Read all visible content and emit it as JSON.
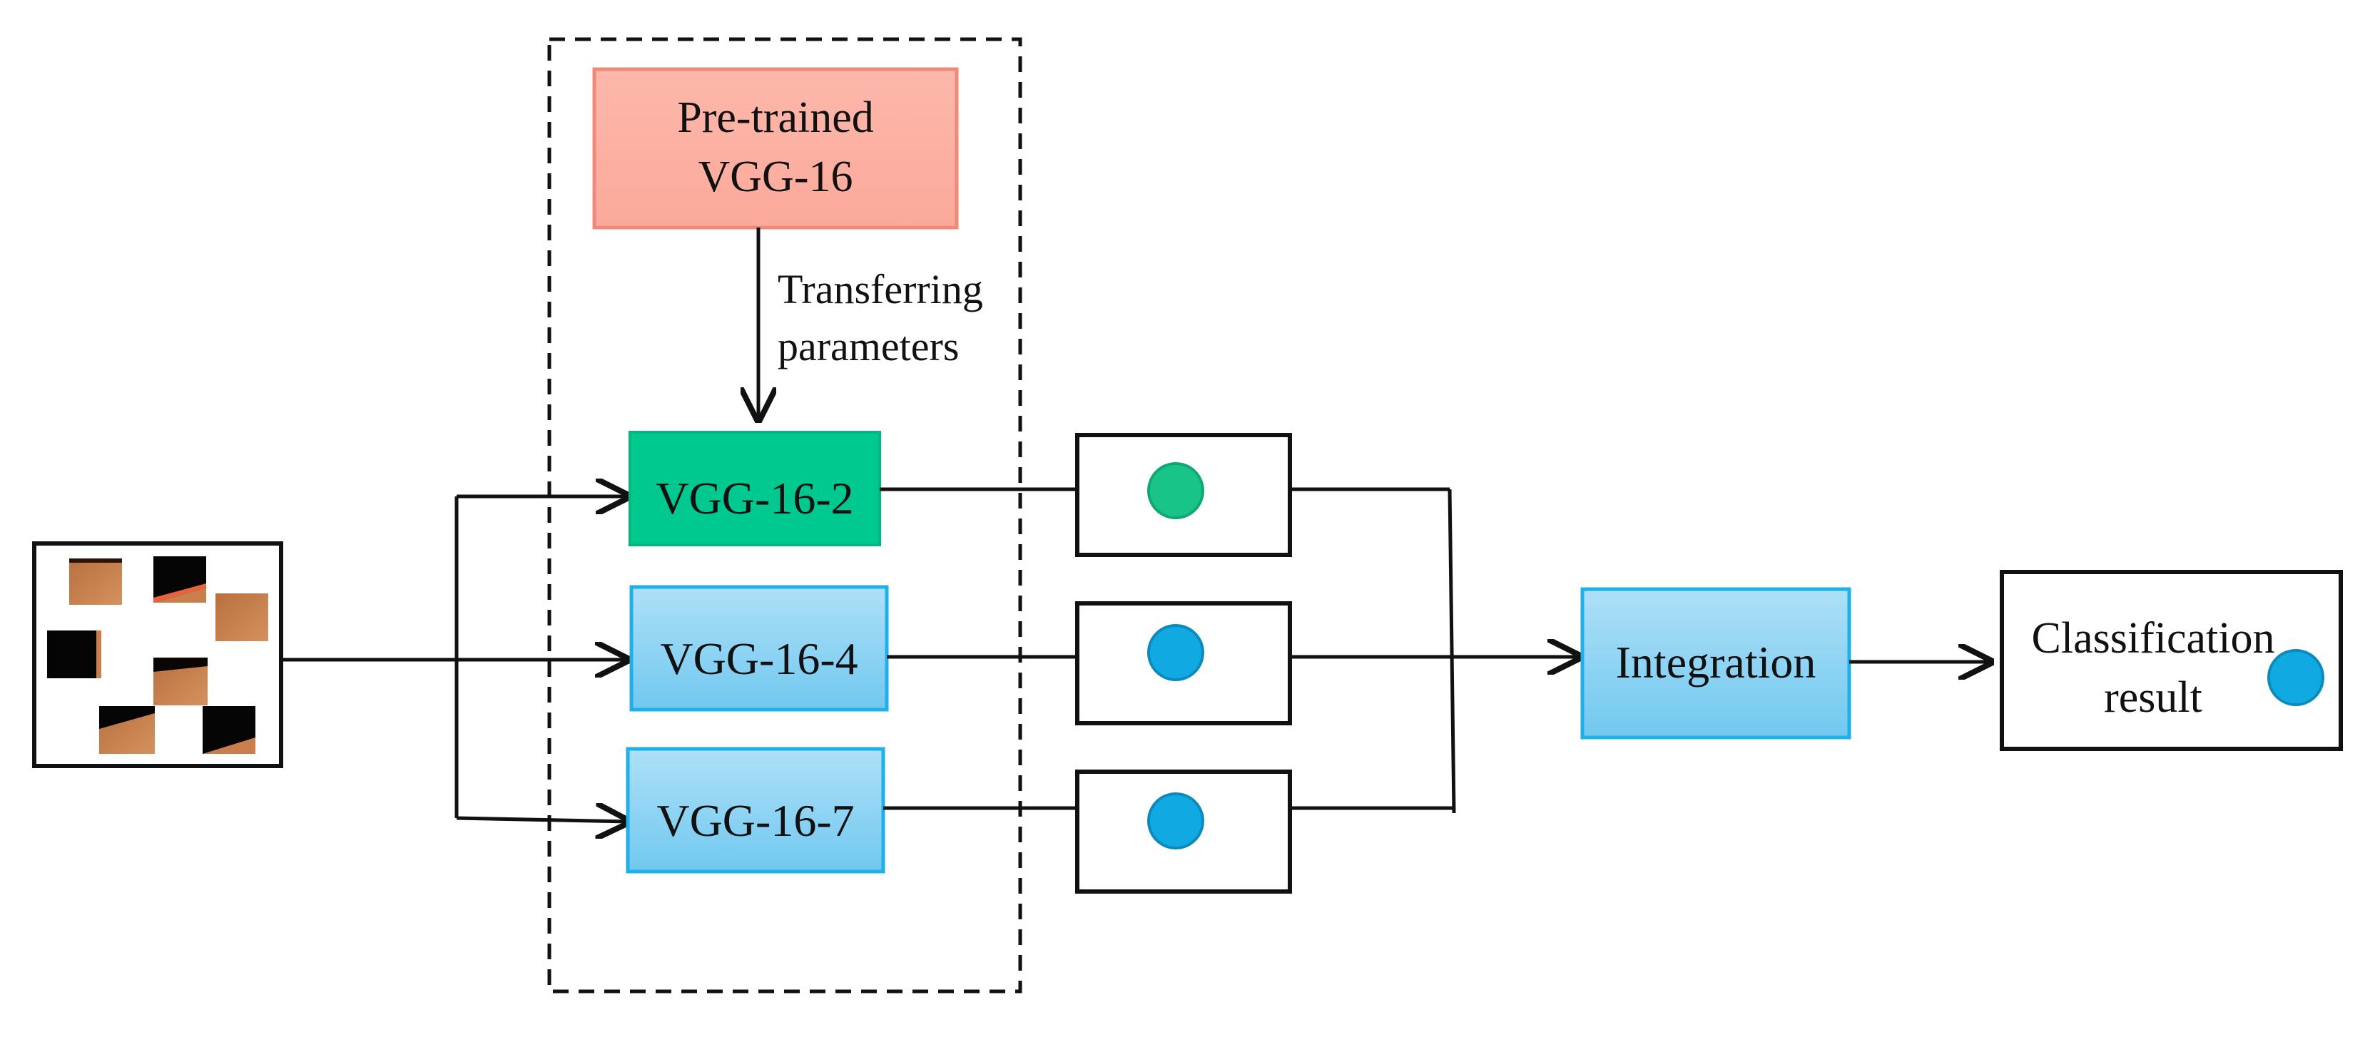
{
  "nodes": {
    "pretrained": {
      "line1": "Pre-trained",
      "line2": "VGG-16"
    },
    "transfer_label": {
      "line1": "Transferring",
      "line2": "parameters"
    },
    "vgg2": {
      "label": "VGG-16-2"
    },
    "vgg4": {
      "label": "VGG-16-4"
    },
    "vgg7": {
      "label": "VGG-16-7"
    },
    "integration": {
      "label": "Integration"
    },
    "result": {
      "line1": "Classification",
      "line2": "result"
    }
  },
  "colors": {
    "pretrained_fill": "#fcaea0",
    "pretrained_stroke": "#f08a78",
    "vgg2_fill": "#00c98f",
    "blue_fill": "#7ecdf2",
    "blue_stroke": "#1fb0e8",
    "green_dot": "#19c489",
    "blue_dot": "#11a9e2",
    "patch_fill": "#c97e4c",
    "line": "#111111"
  },
  "icons": {
    "input": "image-patches-icon",
    "output_dot": "blue-class-dot-icon",
    "arrow": "arrow-right-icon"
  }
}
